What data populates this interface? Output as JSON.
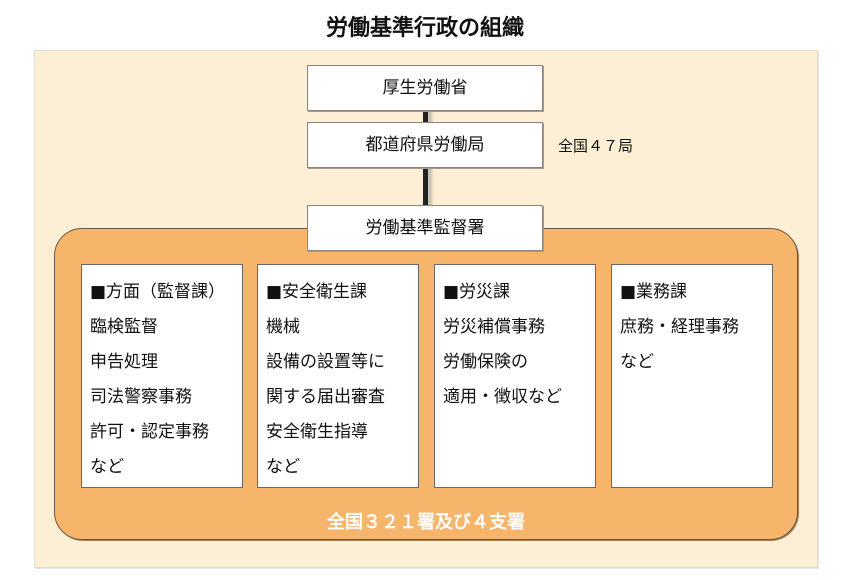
{
  "title": "労働基準行政の組織",
  "hierarchy": {
    "ministry": "厚生労働省",
    "prefectural_bureau": "都道府県労働局",
    "prefectural_bureau_note": "全国４７局",
    "inspection_office": "労働基準監督署"
  },
  "departments": [
    {
      "heading": "■方面（監督課）",
      "lines": [
        "臨検監督",
        "申告処理",
        "司法警察事務",
        "許可・認定事務",
        "など"
      ]
    },
    {
      "heading": "■安全衛生課",
      "lines": [
        "機械",
        "設備の設置等に",
        "関する届出審査",
        "安全衛生指導",
        "など"
      ]
    },
    {
      "heading": "■労災課",
      "lines": [
        "労災補償事務",
        "労働保険の",
        "適用・徴収など"
      ]
    },
    {
      "heading": "■業務課",
      "lines": [
        "庶務・経理事務",
        "など"
      ]
    }
  ],
  "footer": "全国３２１署及び４支署",
  "colors": {
    "panel_bg": "#fdefd5",
    "office_bg": "#f7b56b",
    "box_bg": "#ffffff",
    "footer_text": "#ffffff"
  }
}
